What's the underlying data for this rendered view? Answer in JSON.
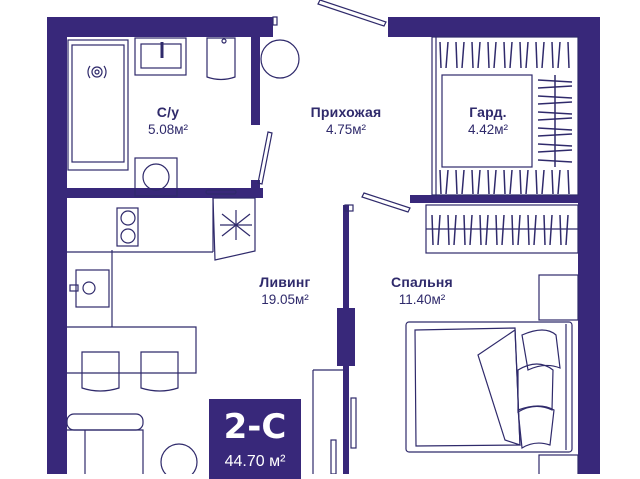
{
  "plan": {
    "wall_color": "#38287a",
    "line_color": "#2f2a6b",
    "background": "#ffffff"
  },
  "rooms": [
    {
      "id": "bathroom",
      "name": "С/у",
      "area": "5.08м²"
    },
    {
      "id": "hallway",
      "name": "Прихожая",
      "area": "4.75м²"
    },
    {
      "id": "wardrobe",
      "name": "Гард.",
      "area": "4.42м²"
    },
    {
      "id": "living",
      "name": "Ливинг",
      "area": "19.05м²"
    },
    {
      "id": "bedroom",
      "name": "Спальня",
      "area": "11.40м²"
    }
  ],
  "unit": {
    "code": "2-C",
    "total_area": "44.70 м²"
  }
}
